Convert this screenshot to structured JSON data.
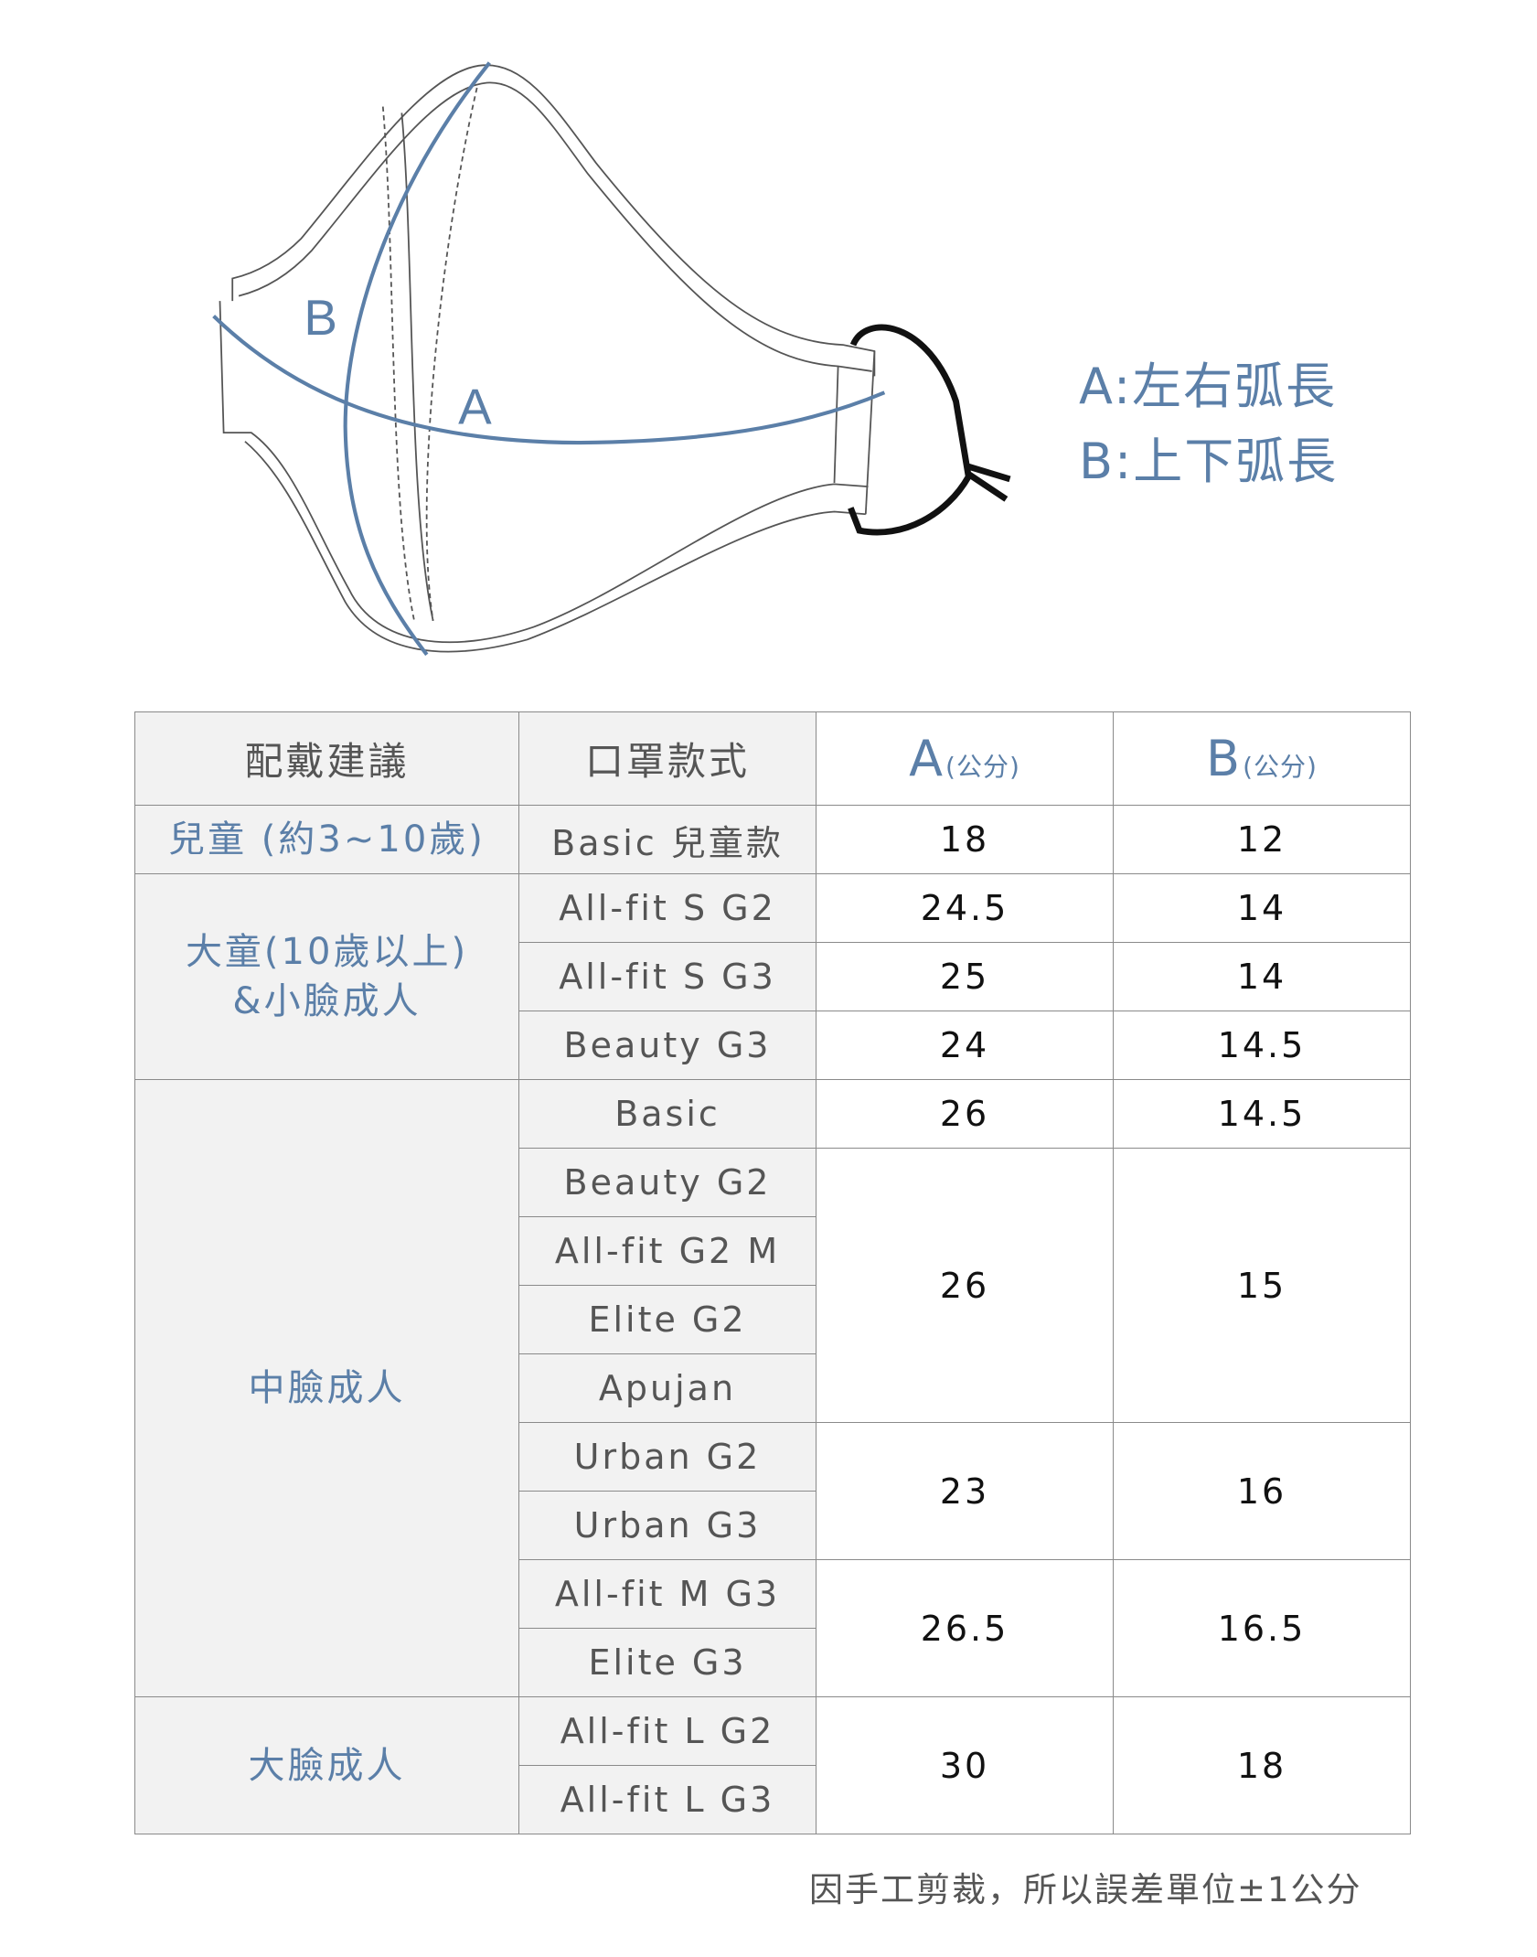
{
  "diagram": {
    "label_a": "A",
    "label_b": "B",
    "colors": {
      "measure": "#5b7fa8",
      "outline": "#555555",
      "loop": "#111111"
    }
  },
  "legend": {
    "a": "A:左右弧長",
    "b": "B:上下弧長"
  },
  "table": {
    "headers": {
      "fit": "配戴建議",
      "model": "口罩款式",
      "a": "A",
      "b": "B",
      "unit": "(公分)"
    },
    "groups": [
      "兒童 (約3~10歲)",
      "大童(10歲以上)",
      "&小臉成人",
      "中臉成人",
      "大臉成人"
    ],
    "models": [
      "Basic 兒童款",
      "All-fit S G2",
      "All-fit S G3",
      "Beauty G3",
      "Basic",
      "Beauty G2",
      "All-fit G2 M",
      "Elite G2",
      "Apujan",
      "Urban G2",
      "Urban G3",
      "All-fit M G3",
      "Elite G3",
      "All-fit L G2",
      "All-fit L G3"
    ],
    "values": [
      {
        "a": "18",
        "b": "12"
      },
      {
        "a": "24.5",
        "b": "14"
      },
      {
        "a": "25",
        "b": "14"
      },
      {
        "a": "24",
        "b": "14.5"
      },
      {
        "a": "26",
        "b": "14.5"
      },
      {
        "a": "26",
        "b": "15"
      },
      {
        "a": "23",
        "b": "16"
      },
      {
        "a": "26.5",
        "b": "16.5"
      },
      {
        "a": "30",
        "b": "18"
      }
    ]
  },
  "note": "因手工剪裁，所以誤差單位±1公分"
}
